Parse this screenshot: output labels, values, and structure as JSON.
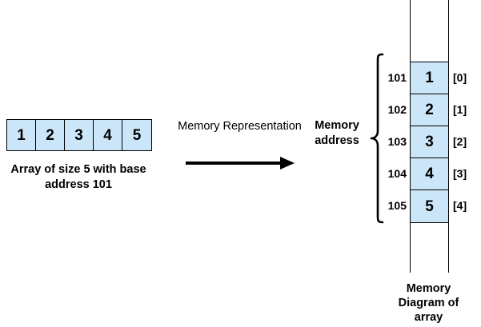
{
  "diagram": {
    "title_left_caption": "Array of size 5 with base address 101",
    "transition_label": "Memory Representation",
    "memory_address_label": "Memory address",
    "bottom_caption": "Memory Diagram of array",
    "colors": {
      "cell_fill": "#cce6f9",
      "cell_border": "#000000",
      "text": "#000000",
      "background": "#ffffff"
    },
    "array": {
      "values": [
        "1",
        "2",
        "3",
        "4",
        "5"
      ]
    },
    "memory": {
      "rows": [
        {
          "address": "101",
          "value": "1",
          "index": "[0]"
        },
        {
          "address": "102",
          "value": "2",
          "index": "[1]"
        },
        {
          "address": "103",
          "value": "3",
          "index": "[2]"
        },
        {
          "address": "104",
          "value": "4",
          "index": "[3]"
        },
        {
          "address": "105",
          "value": "5",
          "index": "[4]"
        }
      ]
    },
    "icons": {
      "arrow": "right-arrow-icon",
      "brace": "left-curly-brace-icon"
    }
  }
}
